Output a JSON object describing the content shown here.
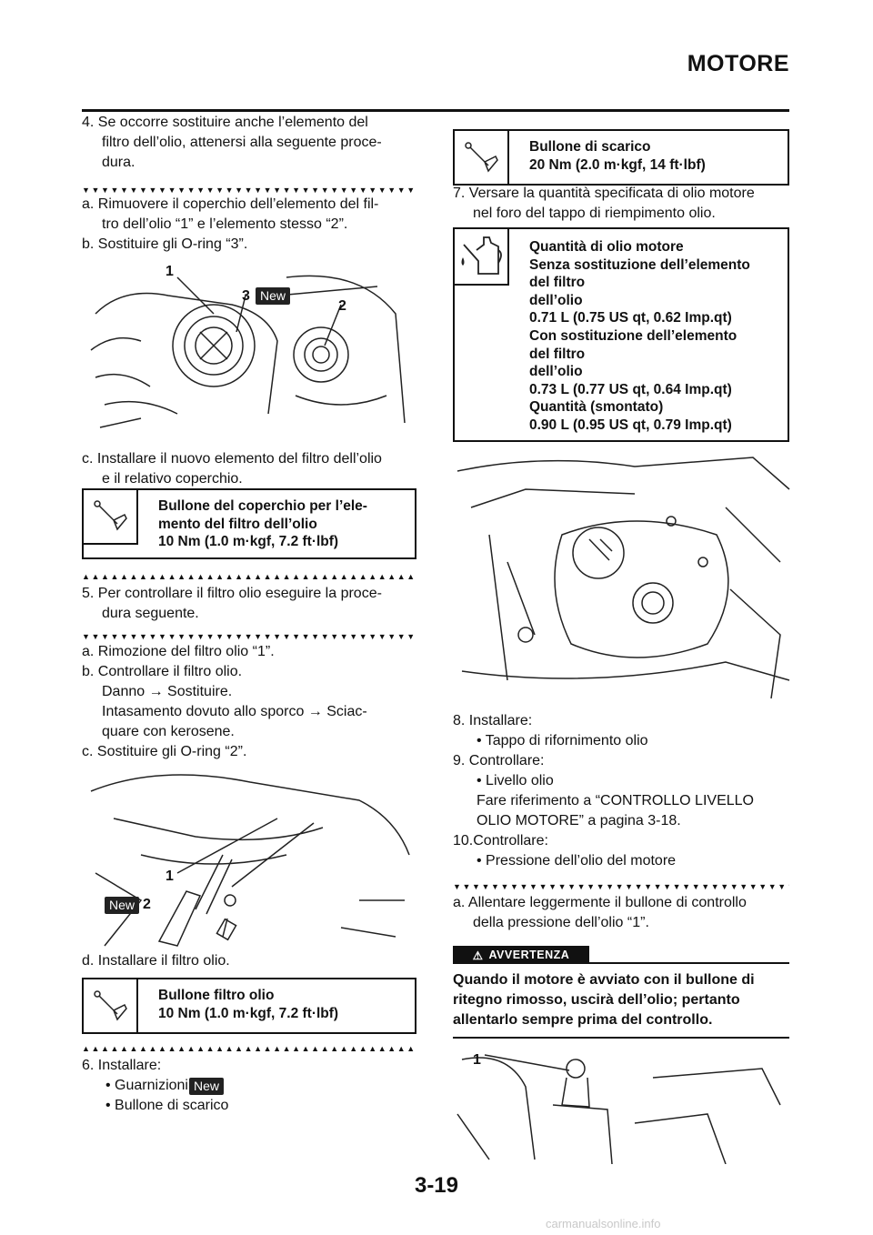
{
  "header": {
    "title": "MOTORE"
  },
  "left": {
    "step4": "4. Se occorre sostituire anche l’elemento del\nfiltro dell’olio, attenersi alla seguente proce-\ndura.",
    "step4a": "a. Rimuovere il coperchio dell’elemento del fil-\ntro dell’olio “1” e l’elemento stesso “2”.",
    "step4b": "b. Sostituire gli O-ring “3”.",
    "fig1": {
      "labels": [
        "1",
        "3",
        "2"
      ],
      "badge": "New"
    },
    "step4c": "c. Installare il nuovo elemento del filtro dell’olio\ne il relativo coperchio.",
    "torque1": "Bullone del coperchio per l’ele-\nmento del filtro dell’olio\n   10 Nm (1.0 m·kgf, 7.2 ft·lbf)",
    "step5": "5. Per controllare il filtro olio eseguire la proce-\ndura seguente.",
    "step5a": "a. Rimozione del filtro olio “1”.",
    "step5b": "b. Controllare il filtro olio.\nDanno → Sostituire.\nIntasamento dovuto allo sporco → Sciac-\nquare con kerosene.",
    "step5c": "c. Sostituire gli O-ring “2”.",
    "fig2": {
      "labels": [
        "1",
        "2"
      ],
      "badge": "New"
    },
    "step5d": "d. Installare il filtro olio.",
    "torque2": "Bullone filtro olio\n   10 Nm (1.0 m·kgf, 7.2 ft·lbf)",
    "step6": "6. Installare:",
    "step6_items": [
      "• Guarnizioni",
      "• Bullone di scarico"
    ],
    "step6_badge": "New"
  },
  "right": {
    "torque3": "Bullone di scarico\n   20 Nm (2.0 m·kgf, 14 ft·lbf)",
    "step7": "7. Versare la quantità specificata di olio motore\nnel foro del tappo di riempimento olio.",
    "oil": "Quantità di olio motore\n   Senza sostituzione dell’elemento\n   del filtro\n   dell’olio\n      0.71 L (0.75 US qt, 0.62 Imp.qt)\n   Con sostituzione dell’elemento\n   del filtro\n   dell’olio\n      0.73 L (0.77 US qt, 0.64 Imp.qt)\n   Quantità (smontato)\n      0.90 L (0.95 US qt, 0.79 Imp.qt)",
    "step8": "8. Installare:",
    "step8_item": "• Tappo di rifornimento olio",
    "step9": "9. Controllare:",
    "step9_item": "• Livello olio",
    "step9_ref": "Fare riferimento a “CONTROLLO LIVELLO\nOLIO MOTORE” a pagina 3-18.",
    "step10": "10.Controllare:",
    "step10_item": "• Pressione dell’olio del motore",
    "step10a": "a. Allentare leggermente il bullone di controllo\ndella pressione dell’olio “1”.",
    "warning_label": "AVVERTENZA",
    "warning_text": "Quando il motore è avviato con il bullone di\nritegno rimosso, uscirà dell’olio; pertanto\nallentarlo sempre prima del controllo.",
    "fig4": {
      "labels": [
        "1"
      ]
    }
  },
  "footer": {
    "page": "3-19",
    "watermark": "carmanualsonline.info"
  }
}
